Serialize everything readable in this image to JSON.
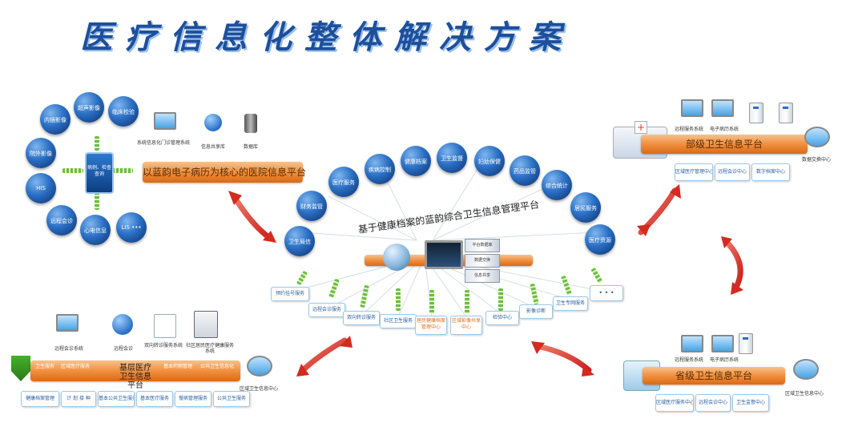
{
  "title": "医疗信息化整体解决方案",
  "hospital": {
    "platform_label": "以蓝韵电子病历为核心的医院信息平台",
    "center_label": "病例、检查查询",
    "satellite_circles": [
      {
        "label": "内镜影像"
      },
      {
        "label": "超声影像"
      },
      {
        "label": "临床检验"
      },
      {
        "label": "院外影像"
      },
      {
        "label": "HIS"
      },
      {
        "label": "远程会诊"
      },
      {
        "label": "心电信息"
      },
      {
        "label": "LIS •••"
      }
    ],
    "icons": [
      {
        "label": "系统信息化门诊管理系统",
        "icon": "monitor-icon"
      },
      {
        "label": "信息共享库",
        "icon": "globe-icon"
      },
      {
        "label": "数据库",
        "icon": "database-icon"
      }
    ]
  },
  "center": {
    "platform_title": "基于健康档案的蓝韵综合卫生信息管理平台",
    "arc_circles": [
      {
        "label": "卫生局信"
      },
      {
        "label": "财务监管"
      },
      {
        "label": "医疗服务"
      },
      {
        "label": "疾病控制"
      },
      {
        "label": "健康档案"
      },
      {
        "label": "卫生监督"
      },
      {
        "label": "妇幼保健"
      },
      {
        "label": "药品监管"
      },
      {
        "label": "综合统计"
      },
      {
        "label": "居民服务"
      },
      {
        "label": "医疗资源"
      }
    ],
    "server_labels": [
      "平台数据库",
      "数据交换",
      "信息共享"
    ],
    "bottom_tags": [
      {
        "label": "预约挂号服务",
        "highlight": false
      },
      {
        "label": "远程会诊服务",
        "highlight": false
      },
      {
        "label": "双向转诊服务",
        "highlight": false
      },
      {
        "label": "社区卫生服务",
        "highlight": false
      },
      {
        "label": "居民健康档案管理中心",
        "highlight": true
      },
      {
        "label": "区域影像共享中心",
        "highlight": true
      },
      {
        "label": "检验中心",
        "highlight": false
      },
      {
        "label": "影像诊断",
        "highlight": false
      },
      {
        "label": "卫生专网服务",
        "highlight": false
      },
      {
        "label": "• • •",
        "highlight": false
      }
    ]
  },
  "ministry": {
    "label": "部级卫生信息平台",
    "monitors": [
      "远程服务系统",
      "电子病历系统"
    ],
    "side_label": "数据交换中心",
    "tags": [
      "区域医疗管理中心",
      "远程会诊中心",
      "数字档案中心"
    ]
  },
  "province": {
    "label": "省级卫生信息平台",
    "monitors": [
      "远程服务系统",
      "电子病历系统"
    ],
    "side_label": "区域卫生信息中心",
    "tags": [
      "区域医疗服务中心",
      "远程会诊中心",
      "卫生监督中心"
    ]
  },
  "grassroots": {
    "label": "基层医疗卫生信息平台",
    "bar_left": [
      "卫生服务",
      "区域医疗服务"
    ],
    "bar_right": [
      "基本药物管理",
      "公共卫生信息化"
    ],
    "icons": [
      {
        "label": "远程会诊系统",
        "icon": "monitor-icon"
      },
      {
        "label": "远程会诊",
        "icon": "globe-icon"
      },
      {
        "label": "双向转诊服务系统",
        "icon": "document-icon"
      },
      {
        "label": "社区居民医疗健康服务系统",
        "icon": "file-stack-icon"
      }
    ],
    "side_label": "区域卫生信息中心",
    "tags": [
      "健康档案管理",
      "计 划 接 种",
      "基本公共卫生服务",
      "基本医疗服务",
      "慢病管理服务",
      "公共卫生服务"
    ]
  },
  "colors": {
    "title": "#1e4f9c",
    "bar": "#ef8b3a",
    "arrow": "#e03a2a",
    "circle": "#2a6fc4",
    "spring": "#6cbf3c"
  }
}
